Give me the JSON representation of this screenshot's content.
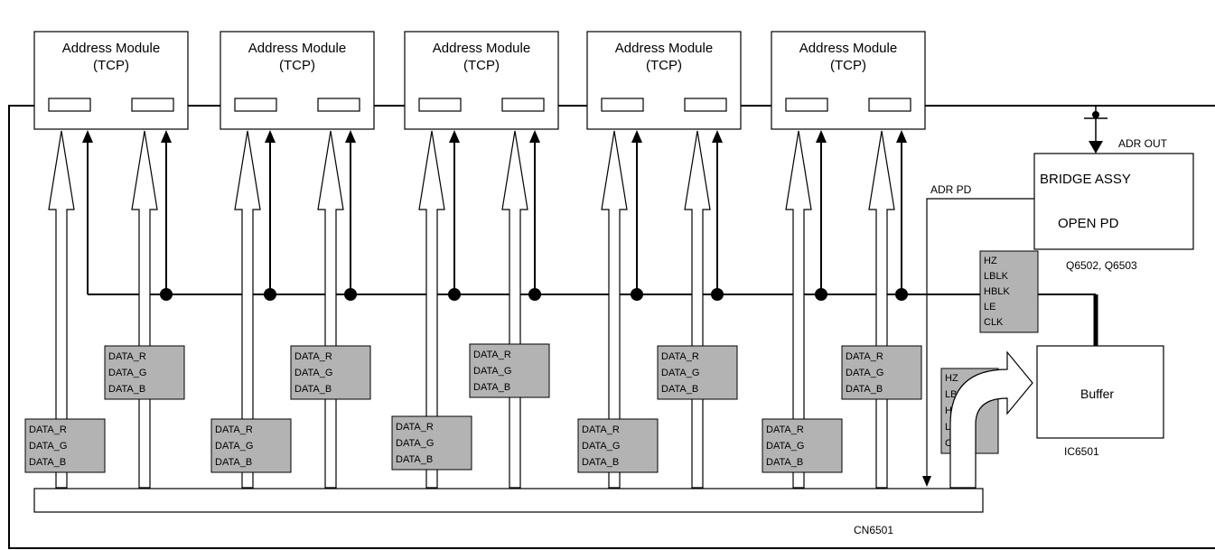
{
  "modules": [
    {
      "title": "Address Module",
      "sub": "(TCP)"
    },
    {
      "title": "Address Module",
      "sub": "(TCP)"
    },
    {
      "title": "Address Module",
      "sub": "(TCP)"
    },
    {
      "title": "Address Module",
      "sub": "(TCP)"
    },
    {
      "title": "Address Module",
      "sub": "(TCP)"
    }
  ],
  "data_labels": [
    "DATA_R",
    "DATA_G",
    "DATA_B"
  ],
  "ctrl_signals": [
    "HZ",
    "LBLK",
    "HBLK",
    "LE",
    "CLK"
  ],
  "bridge": {
    "name": "BRIDGE ASSY",
    "open_pd": "OPEN PD",
    "part": "Q6502, Q6503"
  },
  "adr_out": "ADR OUT",
  "adr_pd": "ADR PD",
  "buffer": {
    "name": "Buffer",
    "part": "IC6501"
  },
  "connector": "CN6501",
  "colors": {
    "box_fill": "#b3b3b3",
    "line": "#000000",
    "background": "#ffffff"
  }
}
